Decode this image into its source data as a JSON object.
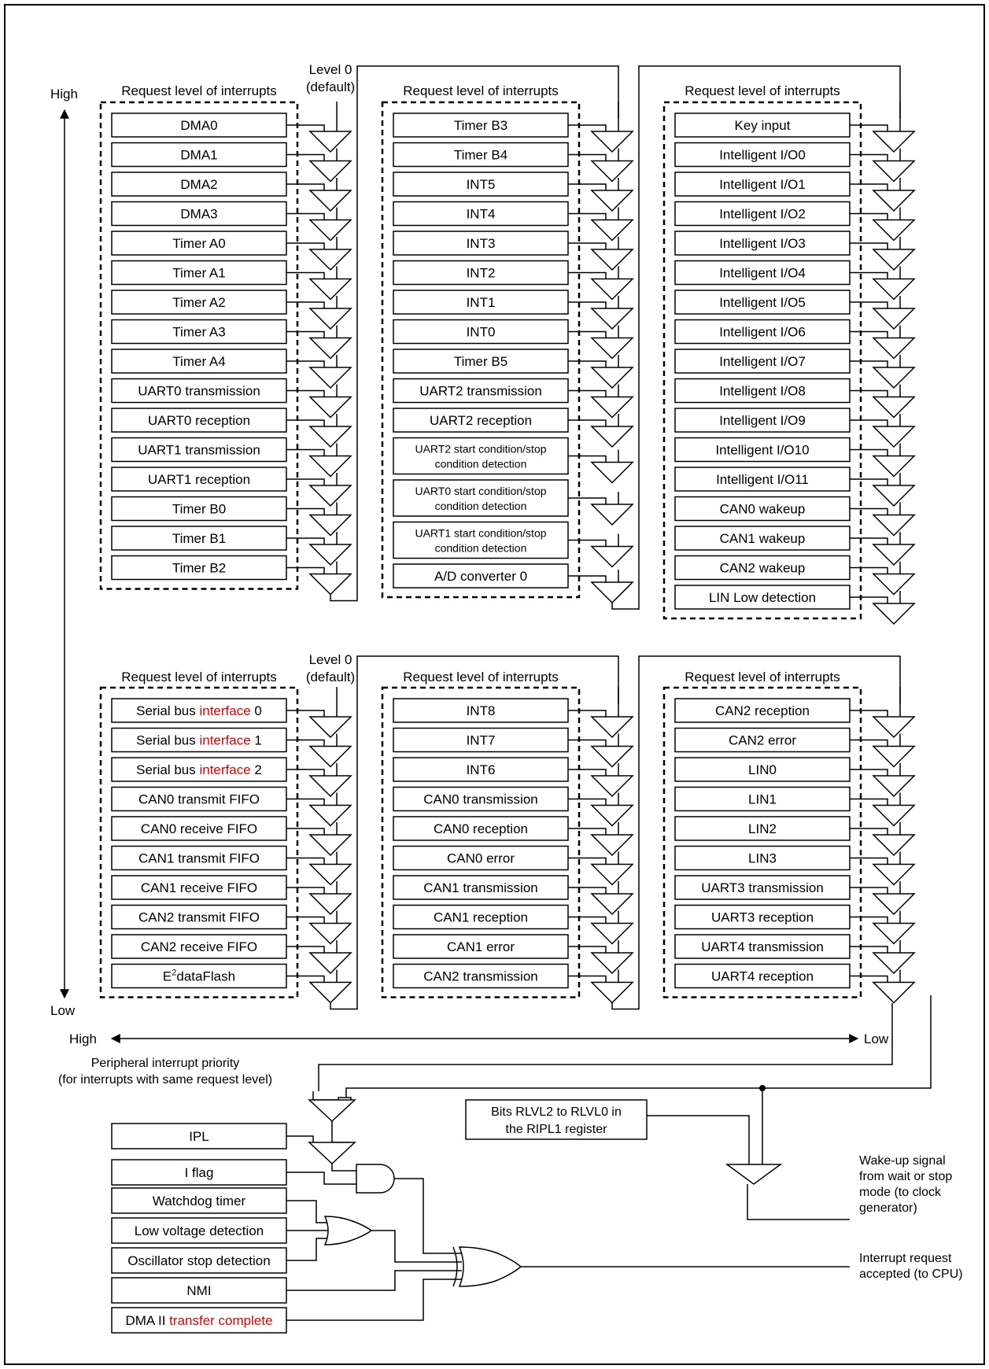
{
  "group_title": "Request level of interrupts",
  "level0_line1": "Level 0",
  "level0_line2": "(default)",
  "vertical_axis": {
    "high": "High",
    "low": "Low"
  },
  "horizontal_axis": {
    "high": "High",
    "low": "Low"
  },
  "priority_note": [
    "Peripheral interrupt priority",
    "(for interrupts with same request level)"
  ],
  "top_columns": [
    [
      {
        "t": "DMA0"
      },
      {
        "t": "DMA1"
      },
      {
        "t": "DMA2"
      },
      {
        "t": "DMA3"
      },
      {
        "t": "Timer A0"
      },
      {
        "t": "Timer A1"
      },
      {
        "t": "Timer A2"
      },
      {
        "t": "Timer A3"
      },
      {
        "t": "Timer A4"
      },
      {
        "t": "UART0 transmission"
      },
      {
        "t": "UART0 reception"
      },
      {
        "t": "UART1 transmission"
      },
      {
        "t": "UART1 reception"
      },
      {
        "t": "Timer B0"
      },
      {
        "t": "Timer B1"
      },
      {
        "t": "Timer B2"
      }
    ],
    [
      {
        "t": "Timer B3"
      },
      {
        "t": "Timer B4"
      },
      {
        "t": "INT5"
      },
      {
        "t": "INT4"
      },
      {
        "t": "INT3"
      },
      {
        "t": "INT2"
      },
      {
        "t": "INT1"
      },
      {
        "t": "INT0"
      },
      {
        "t": "Timer B5"
      },
      {
        "t": "UART2 transmission"
      },
      {
        "t": "UART2 reception"
      },
      {
        "t": "UART2 start condition/stop",
        "t2": "condition detection"
      },
      {
        "t": "UART0 start condition/stop",
        "t2": "condition detection"
      },
      {
        "t": "UART1 start condition/stop",
        "t2": "condition detection"
      },
      {
        "t": "A/D converter 0"
      }
    ],
    [
      {
        "t": "Key input"
      },
      {
        "t": "Intelligent I/O0"
      },
      {
        "t": "Intelligent I/O1"
      },
      {
        "t": "Intelligent I/O2"
      },
      {
        "t": "Intelligent I/O3"
      },
      {
        "t": "Intelligent I/O4"
      },
      {
        "t": "Intelligent I/O5"
      },
      {
        "t": "Intelligent I/O6"
      },
      {
        "t": "Intelligent I/O7"
      },
      {
        "t": "Intelligent I/O8"
      },
      {
        "t": "Intelligent I/O9"
      },
      {
        "t": "Intelligent I/O10"
      },
      {
        "t": "Intelligent I/O11"
      },
      {
        "t": "CAN0 wakeup"
      },
      {
        "t": "CAN1 wakeup"
      },
      {
        "t": "CAN2 wakeup"
      },
      {
        "t": "LIN Low detection"
      }
    ]
  ],
  "bottom_columns": [
    [
      {
        "t": "Serial bus ",
        "r": "interface",
        "s": " 0"
      },
      {
        "t": "Serial bus ",
        "r": "interface",
        "s": " 1"
      },
      {
        "t": "Serial bus ",
        "r": "interface",
        "s": " 2"
      },
      {
        "t": "CAN0 transmit FIFO"
      },
      {
        "t": "CAN0 receive FIFO"
      },
      {
        "t": "CAN1 transmit FIFO"
      },
      {
        "t": "CAN1 receive FIFO"
      },
      {
        "t": "CAN2 transmit FIFO"
      },
      {
        "t": "CAN2 receive FIFO"
      },
      {
        "t": "E",
        "sup": "2",
        "s": "dataFlash"
      }
    ],
    [
      {
        "t": "INT8"
      },
      {
        "t": "INT7"
      },
      {
        "t": "INT6"
      },
      {
        "t": "CAN0 transmission"
      },
      {
        "t": "CAN0 reception"
      },
      {
        "t": "CAN0 error"
      },
      {
        "t": "CAN1 transmission"
      },
      {
        "t": "CAN1 reception"
      },
      {
        "t": "CAN1 error"
      },
      {
        "t": "CAN2 transmission"
      }
    ],
    [
      {
        "t": "CAN2 reception"
      },
      {
        "t": "CAN2 error"
      },
      {
        "t": "LIN0"
      },
      {
        "t": "LIN1"
      },
      {
        "t": "LIN2"
      },
      {
        "t": "LIN3"
      },
      {
        "t": "UART3 transmission"
      },
      {
        "t": "UART3 reception"
      },
      {
        "t": "UART4 transmission"
      },
      {
        "t": "UART4 reception"
      }
    ]
  ],
  "control": {
    "ipl": "IPL",
    "rlvl": [
      "Bits RLVL2 to RLVL0 in",
      "the RIPL1 register"
    ],
    "i_flag": "I flag",
    "watchdog": "Watchdog timer",
    "low_voltage": "Low voltage detection",
    "osc_stop": "Oscillator stop detection",
    "nmi": "NMI",
    "dma2": {
      "t": "DMA II ",
      "r": "transfer complete"
    },
    "wakeup": [
      "Wake-up signal",
      "from wait or stop",
      "mode (to clock",
      "generator)"
    ],
    "accepted": [
      "Interrupt request",
      "accepted (to CPU)"
    ]
  }
}
